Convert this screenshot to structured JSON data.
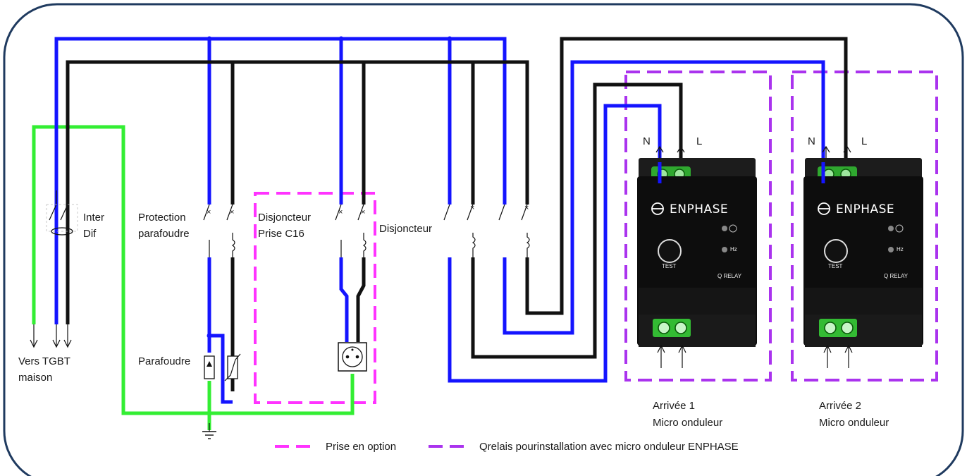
{
  "labels": {
    "inter_dif_1": "Inter",
    "inter_dif_2": "Dif",
    "protection_1": "Protection",
    "protection_2": "parafoudre",
    "disj_prise_1": "Disjoncteur",
    "disj_prise_2": "Prise C16",
    "disjoncteur": "Disjoncteur",
    "parafoudre": "Parafoudre",
    "tgbt_1": "Vers TGBT",
    "tgbt_2": "maison",
    "arrivee1_1": "Arrivée 1",
    "arrivee1_2": "Micro onduleur",
    "arrivee2_1": "Arrivée 2",
    "arrivee2_2": "Micro onduleur"
  },
  "relays": [
    {
      "n": "N",
      "l": "L",
      "brand": "ENPHASE",
      "test": "TEST",
      "model": "Q RELAY",
      "hz": "Hz"
    },
    {
      "n": "N",
      "l": "L",
      "brand": "ENPHASE",
      "test": "TEST",
      "model": "Q RELAY",
      "hz": "Hz"
    }
  ],
  "legend": {
    "prise": "Prise en option",
    "qrelais": "Qrelais pourinstallation avec micro onduleur ENPHASE"
  },
  "colors": {
    "neutral": "#1414ff",
    "phase": "#111111",
    "earth": "#33ee33",
    "option_outline": "#ff33ff",
    "qrelay_outline": "#aa33ee",
    "frame": "#1f3a5f"
  }
}
